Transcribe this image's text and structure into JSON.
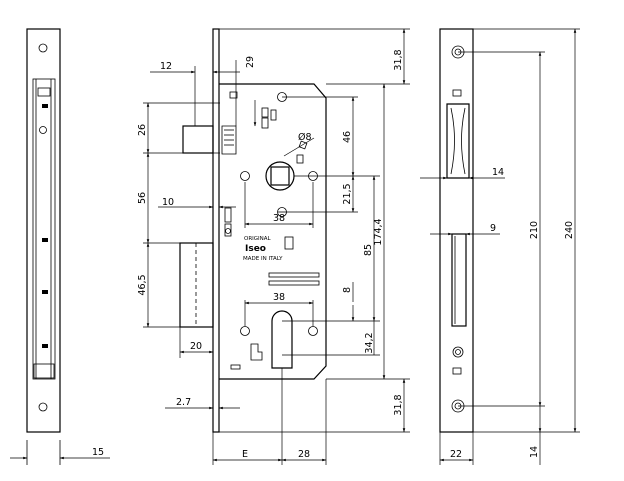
{
  "dims": {
    "top_right": "31,8",
    "bottom_right": "31,8",
    "total_height": "174,4",
    "height_46": "46",
    "height_21_5": "21,5",
    "height_85": "85",
    "height_8": "8",
    "height_34_2": "34,2",
    "width_38_top": "38",
    "width_38_bottom": "38",
    "dia_8": "Ø8",
    "d_12": "12",
    "d_29": "29",
    "d_26": "26",
    "d_56": "56",
    "d_10": "10",
    "d_46_5": "46,5",
    "d_20": "20",
    "d_2_7": "2.7",
    "d_E": "E",
    "d_28": "28",
    "side_15": "15",
    "strike_14_w": "14",
    "strike_9": "9",
    "strike_210": "210",
    "strike_240": "240",
    "strike_22": "22",
    "strike_14_b": "14"
  },
  "labels": {
    "line1": "ORIGINAL",
    "brand": "Iseo",
    "line3": "MADE IN ITALY"
  },
  "colors": {
    "line": "#000000",
    "background": "#ffffff"
  }
}
